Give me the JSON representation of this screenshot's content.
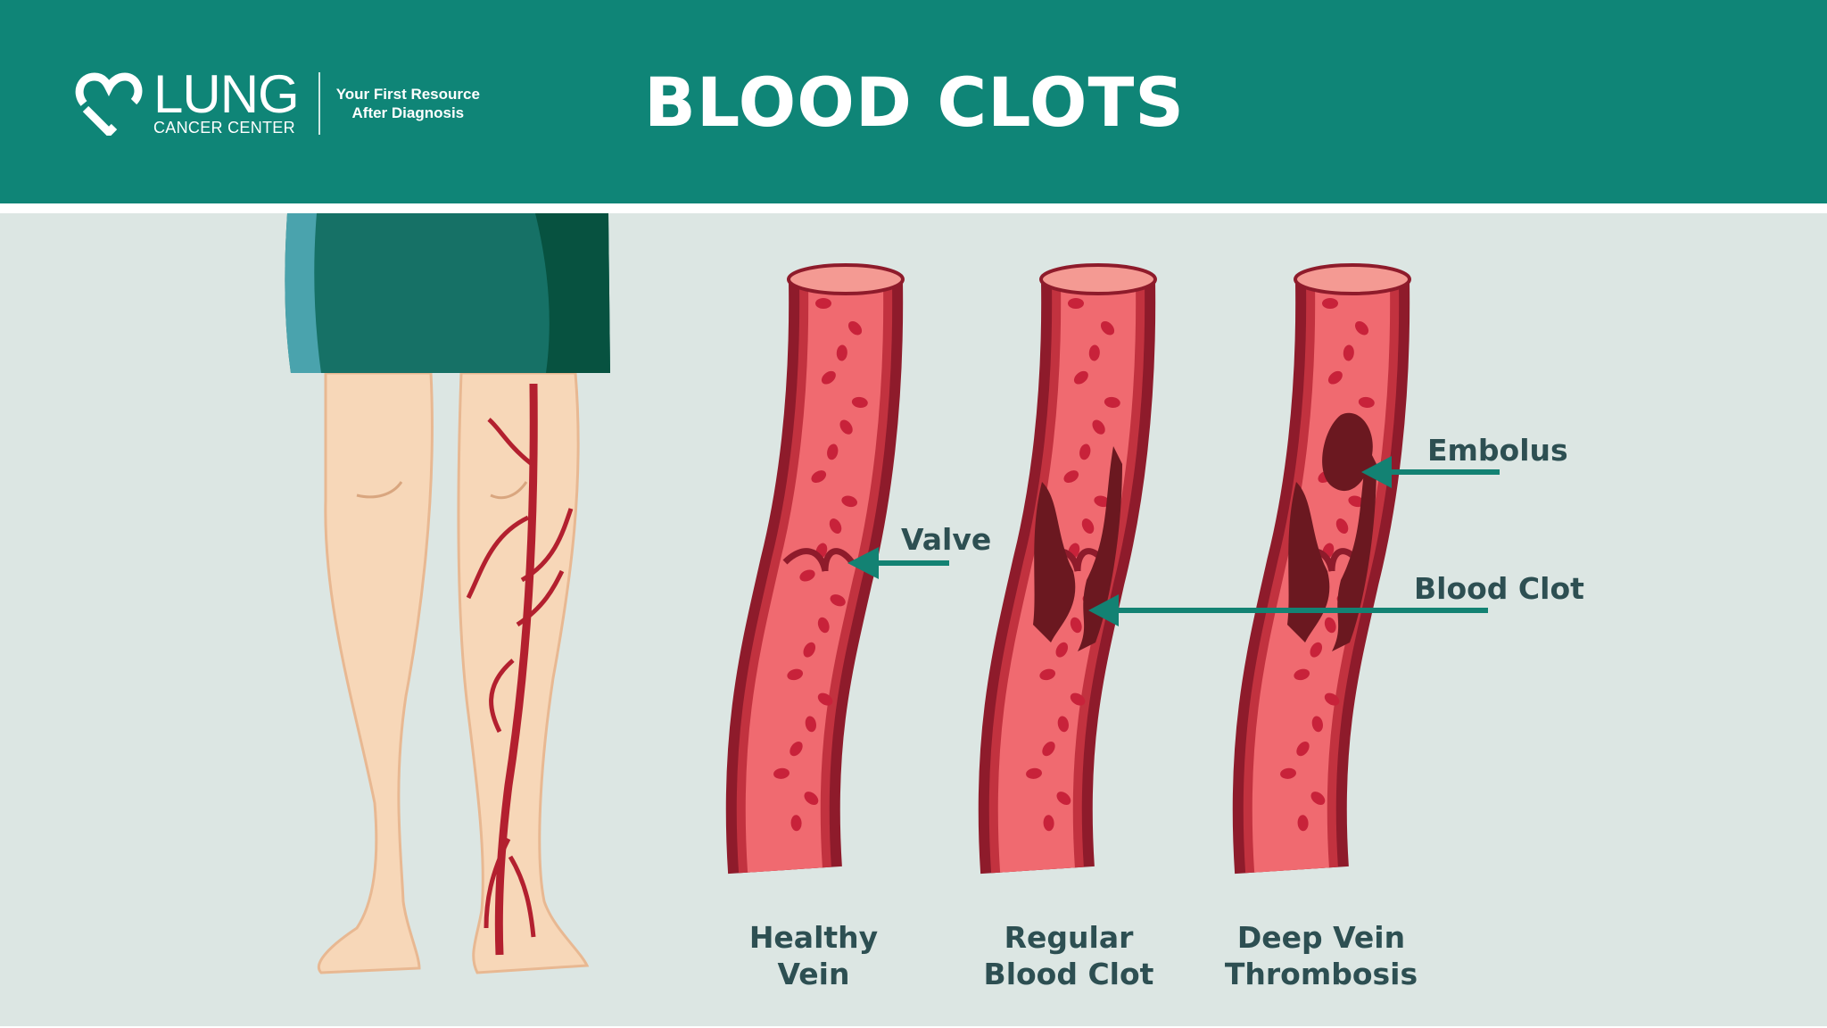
{
  "header": {
    "logo": {
      "brand": "LUNG",
      "sub": "CANCER CENTER",
      "tagline_1": "Your First Resource",
      "tagline_2": "After Diagnosis"
    },
    "title": "BLOOD CLOTS"
  },
  "labels": {
    "valve": "Valve",
    "embolus": "Embolus",
    "blood_clot": "Blood Clot"
  },
  "captions": [
    {
      "line1": "Healthy",
      "line2": "Vein"
    },
    {
      "line1": "Regular",
      "line2": "Blood Clot"
    },
    {
      "line1": "Deep Vein",
      "line2": "Thrombosis"
    }
  ],
  "colors": {
    "header": "#0f8577",
    "background": "#dce6e3",
    "arrow": "#138273",
    "text": "#2d4f52",
    "vein_outer": "#8e1b2b",
    "vein_inner": "#f06a70",
    "clot": "#6b1820"
  }
}
